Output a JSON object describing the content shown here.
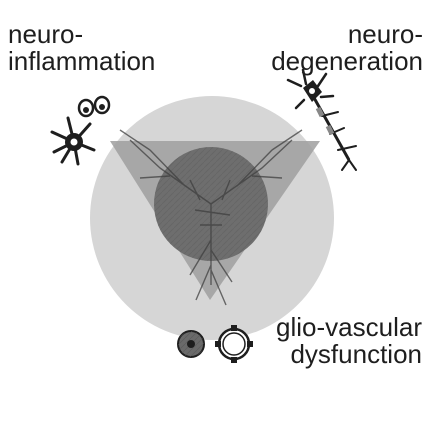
{
  "labels": {
    "neuroinflammation": {
      "line1": "neuro-",
      "line2": "inflammation"
    },
    "neurodegeneration": {
      "line1": "neuro-",
      "line2": "degeneration"
    },
    "gliovascular": {
      "line1": "glio-vascular",
      "line2": "dysfunction"
    }
  },
  "colors": {
    "outer_circle": "#d6d6d6",
    "triangle": "#9a9a9a",
    "inner_circle": "#6a6a6a",
    "ink": "#1e1e1e"
  },
  "icons": [
    "microglia-icon",
    "neutrophil-icon",
    "neuron-icon",
    "blood-vessel-icon",
    "astrocyte-icon"
  ]
}
